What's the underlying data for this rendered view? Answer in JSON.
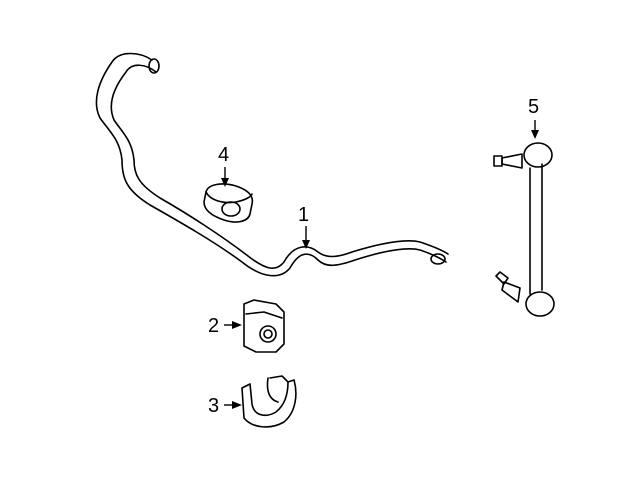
{
  "diagram": {
    "parts": [
      {
        "callout": "1",
        "icon": "stabilizer-bar-icon"
      },
      {
        "callout": "2",
        "icon": "bushing-icon"
      },
      {
        "callout": "3",
        "icon": "bushing-bracket-icon"
      },
      {
        "callout": "4",
        "icon": "bushing-icon"
      },
      {
        "callout": "5",
        "icon": "stabilizer-link-icon"
      }
    ]
  }
}
